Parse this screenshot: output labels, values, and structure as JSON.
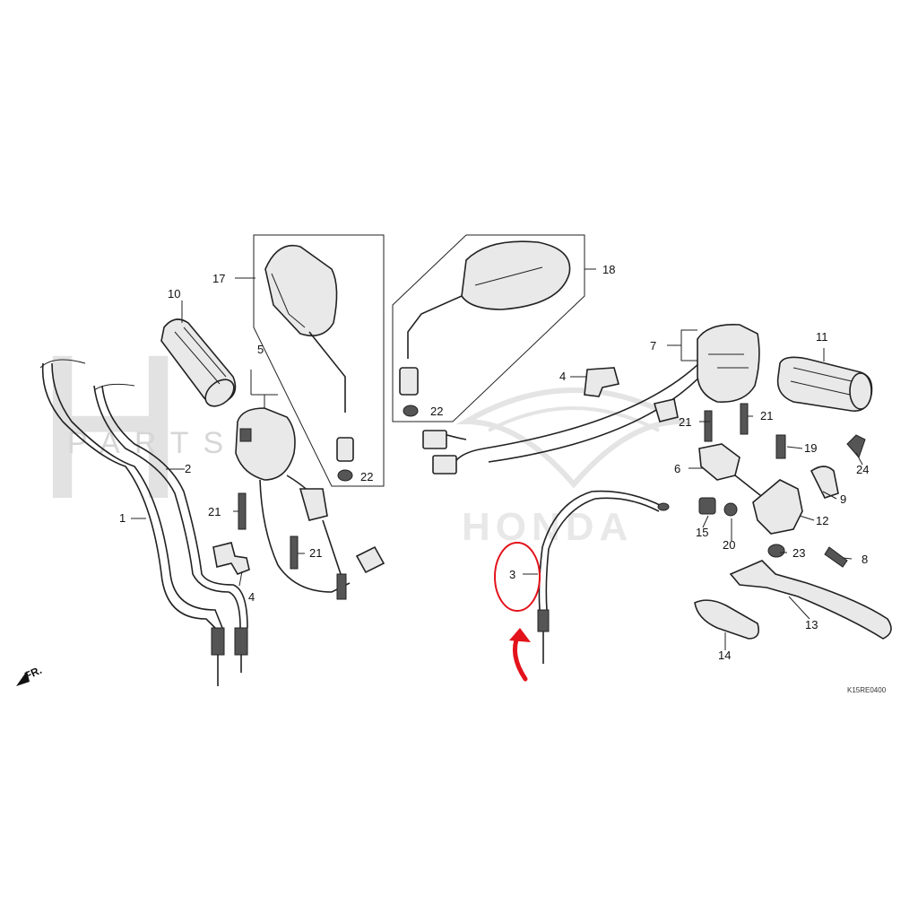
{
  "watermark": {
    "monogram": "H",
    "text": "PARTS"
  },
  "brand_watermark": "HONDA",
  "front_marker": "FR.",
  "diagram_code": "K15RE0400",
  "part_labels": {
    "p1": "1",
    "p2": "2",
    "p3": "3",
    "p4a": "4",
    "p4b": "4",
    "p5": "5",
    "p6": "6",
    "p7": "7",
    "p8": "8",
    "p9": "9",
    "p10": "10",
    "p11": "11",
    "p12": "12",
    "p13": "13",
    "p14": "14",
    "p15": "15",
    "p17": "17",
    "p18": "18",
    "p19": "19",
    "p20": "20",
    "p21a": "21",
    "p21b": "21",
    "p21c": "21",
    "p21d": "21",
    "p22a": "22",
    "p22b": "22",
    "p23": "23",
    "p24": "24"
  },
  "highlight": {
    "target_part": "3",
    "color": "#e3121b"
  }
}
